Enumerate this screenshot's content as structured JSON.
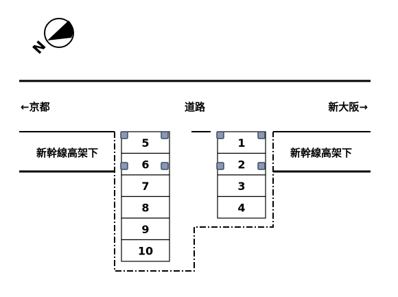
{
  "compass": {
    "north_letter": "N",
    "icon": "north-arrow-icon"
  },
  "road": {
    "label": "道路",
    "left_direction": "←京都",
    "right_direction": "新大阪→"
  },
  "viaduct": {
    "left_label": "新幹線高架下",
    "right_label": "新幹線高架下"
  },
  "parking": {
    "left_spaces": [
      "5",
      "6",
      "7",
      "8",
      "9",
      "10"
    ],
    "right_spaces": [
      "1",
      "2",
      "3",
      "4"
    ]
  },
  "colors": {
    "line": "#000000",
    "handle_fill": "#8a99b0",
    "handle_stroke": "#3d4c66"
  }
}
